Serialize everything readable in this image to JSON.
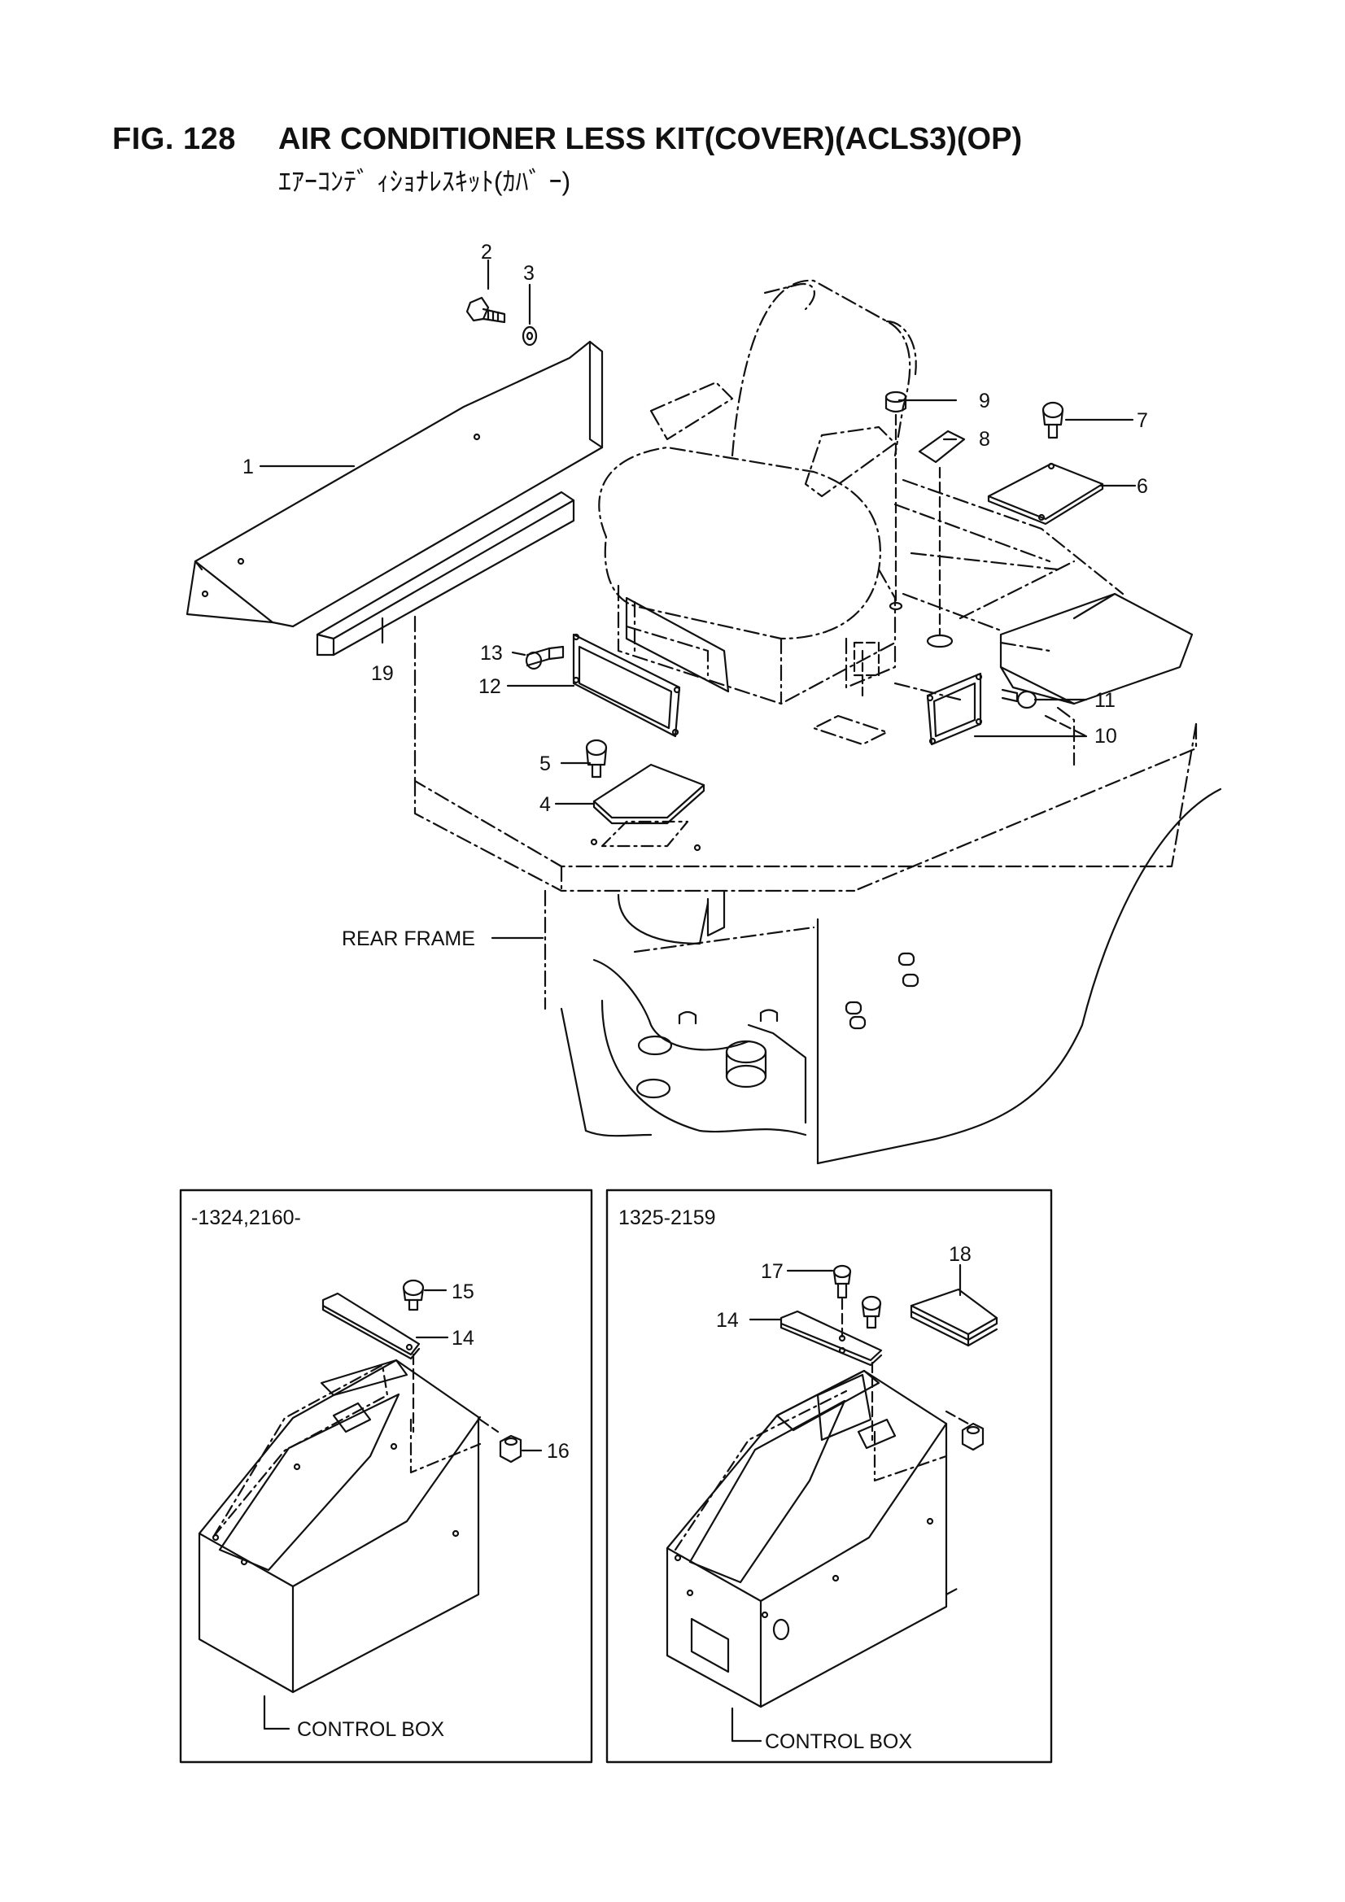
{
  "header": {
    "fig_number": "FIG. 128",
    "title": "AIR CONDITIONER LESS KIT(COVER)(ACLS3)(OP)",
    "subtitle": "ｴｱｰｺﾝﾃﾞ ｨｼｮﾅﾚｽｷｯﾄ(ｶﾊﾞ ｰ)"
  },
  "main_view": {
    "callouts": [
      "1",
      "2",
      "3",
      "4",
      "5",
      "6",
      "7",
      "8",
      "9",
      "10",
      "11",
      "12",
      "13",
      "19"
    ],
    "rear_frame_label": "REAR FRAME"
  },
  "inset_left": {
    "serial_range": "-1324,2160-",
    "callouts": [
      "14",
      "15",
      "16"
    ],
    "control_box_label": "CONTROL BOX"
  },
  "inset_right": {
    "serial_range": "1325-2159",
    "callouts": [
      "14",
      "17",
      "18"
    ],
    "control_box_label": "CONTROL BOX"
  },
  "colors": {
    "line": "#111111",
    "background": "#ffffff"
  }
}
